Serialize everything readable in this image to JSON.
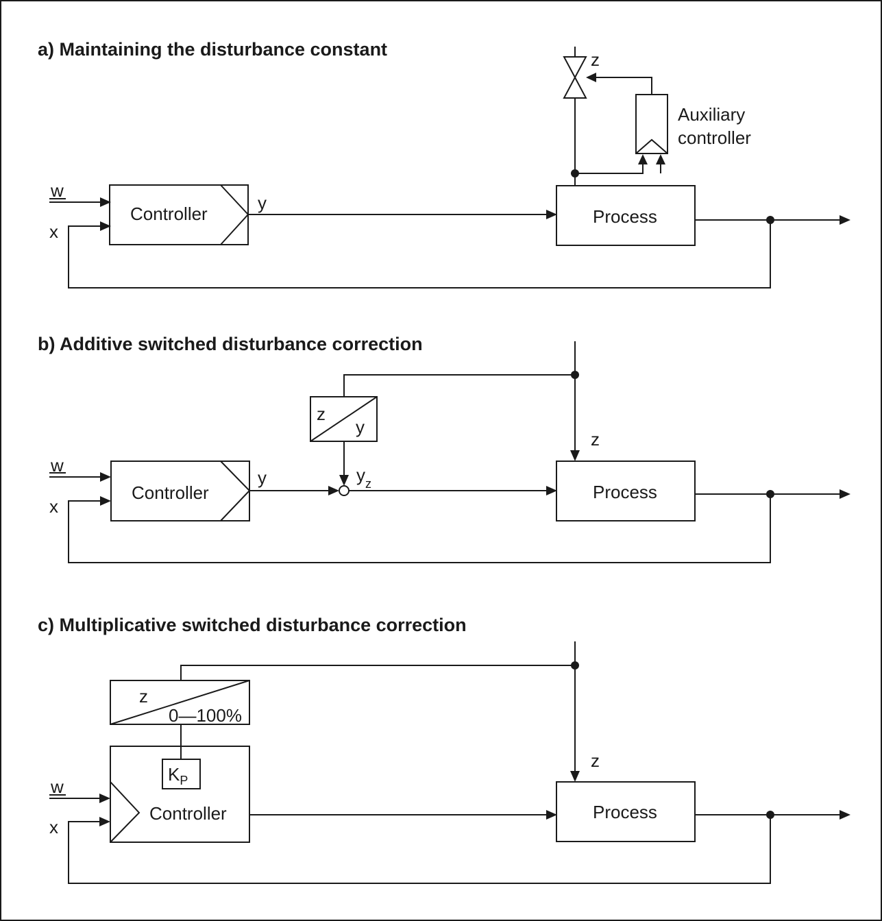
{
  "panels": {
    "a": {
      "title": "a) Maintaining the disturbance constant",
      "controller": "Controller",
      "process": "Process",
      "aux_line1": "Auxiliary",
      "aux_line2": "controller",
      "w": "w",
      "x": "x",
      "y": "y",
      "z": "z"
    },
    "b": {
      "title": "b) Additive switched disturbance correction",
      "controller": "Controller",
      "process": "Process",
      "conv_top": "z",
      "conv_bottom": "y",
      "yz_main": "y",
      "yz_sub": "z",
      "w": "w",
      "x": "x",
      "y": "y",
      "z": "z"
    },
    "c": {
      "title": "c) Multiplicative switched disturbance correction",
      "controller": "Controller",
      "process": "Process",
      "conv_top": "z",
      "conv_bottom": "0—100%",
      "kp_main": "K",
      "kp_sub": "P",
      "w": "w",
      "x": "x",
      "z": "z"
    }
  }
}
